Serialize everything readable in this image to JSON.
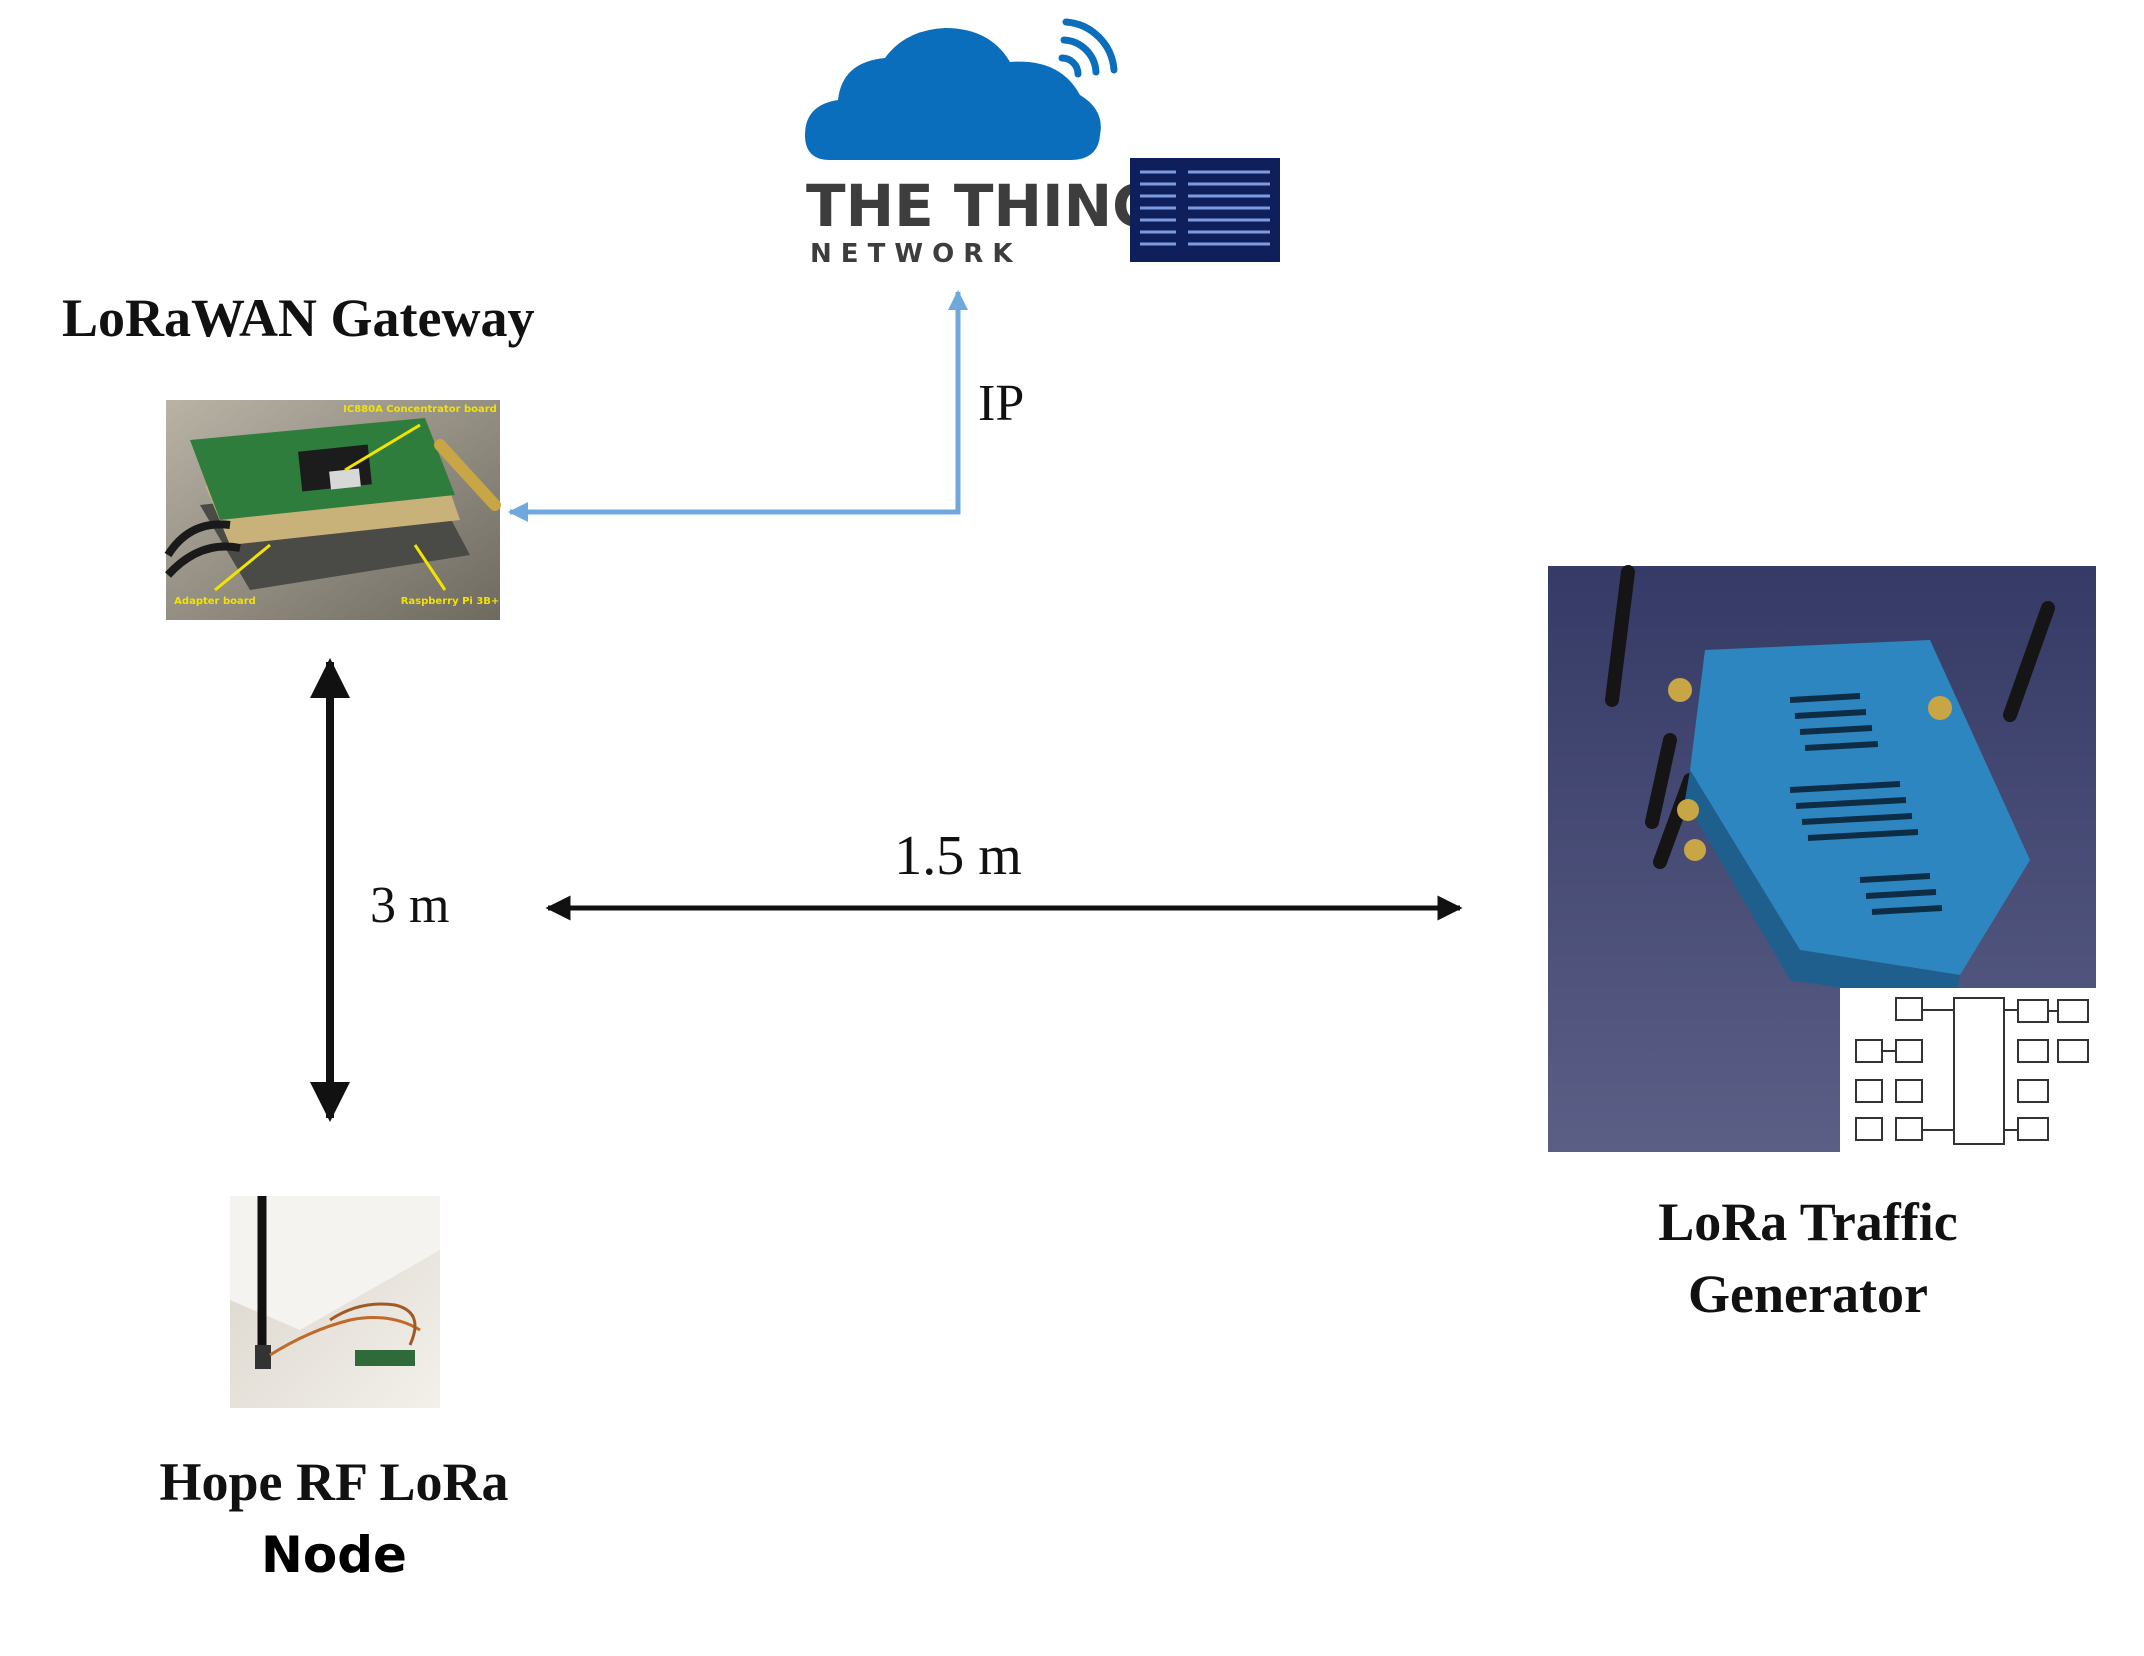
{
  "gateway": {
    "title": "LoRaWAN Gateway",
    "photo_labels": {
      "concentrator": "IC880A Concentrator board",
      "adapter": "Adapter board",
      "raspberry": "Raspberry Pi 3B+"
    }
  },
  "cloud": {
    "logo_line1": "THE THINGS",
    "logo_line2": "N E T W O R K"
  },
  "links": {
    "ip": "IP",
    "distance_vertical": "3 m",
    "distance_horizontal": "1.5 m"
  },
  "node": {
    "title_line1": "Hope RF LoRa",
    "title_line2": "Node"
  },
  "traffic_generator": {
    "title_line1": "LoRa Traffic",
    "title_line2": "Generator"
  },
  "colors": {
    "cloud_blue": "#0a6ebd",
    "ip_arrow": "#6fa8dc",
    "text": "#111111",
    "generator_blue": "#2e86c1",
    "backdrop_navy": "#3a3f6e"
  },
  "icons": [
    "cloud-icon",
    "wifi-signal-icon",
    "arrow-icon"
  ]
}
